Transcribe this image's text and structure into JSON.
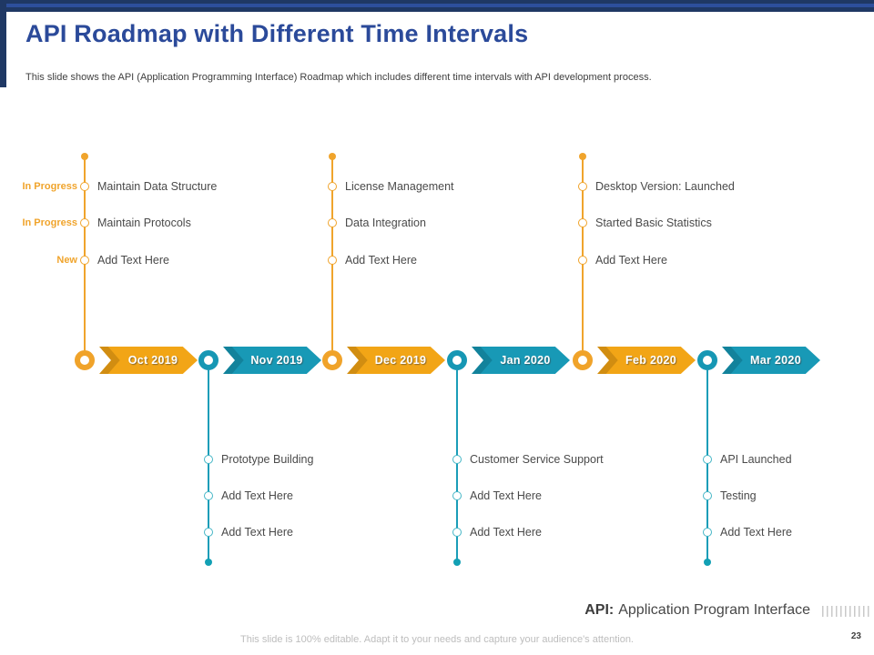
{
  "slide": {
    "title": "API Roadmap with Different Time Intervals",
    "subtitle": "This slide shows the API (Application Programming Interface) Roadmap which includes different time intervals with API development process.",
    "footer": "This slide is 100% editable.  Adapt it to your needs and capture your audience's attention.",
    "page_number": "23",
    "acronym_bold": "API:",
    "acronym_rest": "Application Program Interface"
  },
  "colors": {
    "navy_bar": "#1f3864",
    "title_blue": "#2b4a9a",
    "orange": "#f2a516",
    "teal": "#1899b6",
    "item_text": "#4a4a4a",
    "footer_text": "#bdbdbd"
  },
  "status_labels": [
    "In Progress",
    "In Progress",
    "New"
  ],
  "timeline": {
    "months": [
      {
        "label": "Oct 2019",
        "tone": "orange",
        "side": "top",
        "items": [
          "Maintain Data Structure",
          "Maintain Protocols",
          "Add Text Here"
        ]
      },
      {
        "label": "Nov 2019",
        "tone": "teal",
        "side": "bottom",
        "items": [
          "Prototype Building",
          "Add Text Here",
          "Add Text Here"
        ]
      },
      {
        "label": "Dec 2019",
        "tone": "orange",
        "side": "top",
        "items": [
          "License Management",
          "Data Integration",
          "Add Text Here"
        ]
      },
      {
        "label": "Jan 2020",
        "tone": "teal",
        "side": "bottom",
        "items": [
          "Customer Service Support",
          "Add Text Here",
          "Add Text Here"
        ]
      },
      {
        "label": "Feb 2020",
        "tone": "orange",
        "side": "top",
        "items": [
          "Desktop Version: Launched",
          "Started Basic Statistics",
          "Add Text Here"
        ]
      },
      {
        "label": "Mar 2020",
        "tone": "teal",
        "side": "bottom",
        "items": [
          "API Launched",
          "Testing",
          "Add Text Here"
        ]
      }
    ]
  }
}
